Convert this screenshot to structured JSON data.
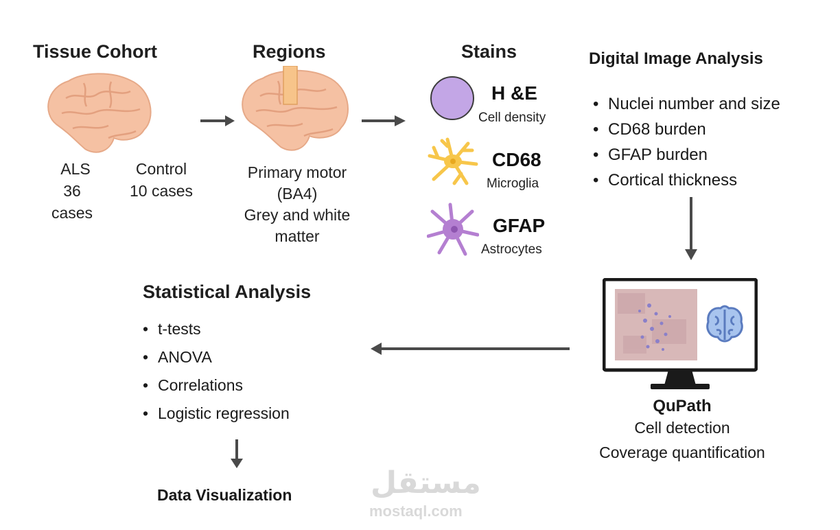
{
  "tissue_cohort": {
    "title": "Tissue Cohort",
    "groups": [
      {
        "name": "ALS",
        "count": "36 cases"
      },
      {
        "name": "Control",
        "count": "10 cases"
      }
    ]
  },
  "regions": {
    "title": "Regions",
    "lines": [
      "Primary motor",
      "(BA4)",
      "Grey and white",
      "matter"
    ]
  },
  "stains": {
    "title": "Stains",
    "items": [
      {
        "name": "H &E",
        "target": "Cell density",
        "color": "#c3a6e6"
      },
      {
        "name": "CD68",
        "target": "Microglia",
        "color": "#f7c64a"
      },
      {
        "name": "GFAP",
        "target": "Astrocytes",
        "color": "#b47fd1"
      }
    ]
  },
  "digital_image_analysis": {
    "title": "Digital Image Analysis",
    "items": [
      "Nuclei number and size",
      "CD68 burden",
      "GFAP burden",
      "Cortical thickness"
    ]
  },
  "qupath": {
    "title": "QuPath",
    "lines": [
      "Cell detection",
      "Coverage quantification"
    ]
  },
  "statistical_analysis": {
    "title": "Statistical Analysis",
    "items": [
      "t-tests",
      "ANOVA",
      "Correlations",
      "Logistic regression"
    ]
  },
  "data_visualization": {
    "title": "Data Visualization"
  },
  "watermark": {
    "arabic": "مستقل",
    "latin": "mostaql.com"
  },
  "colors": {
    "brain": "#f5c1a3",
    "arrow": "#4a4a4a",
    "region_highlight": "#f7c48a"
  }
}
